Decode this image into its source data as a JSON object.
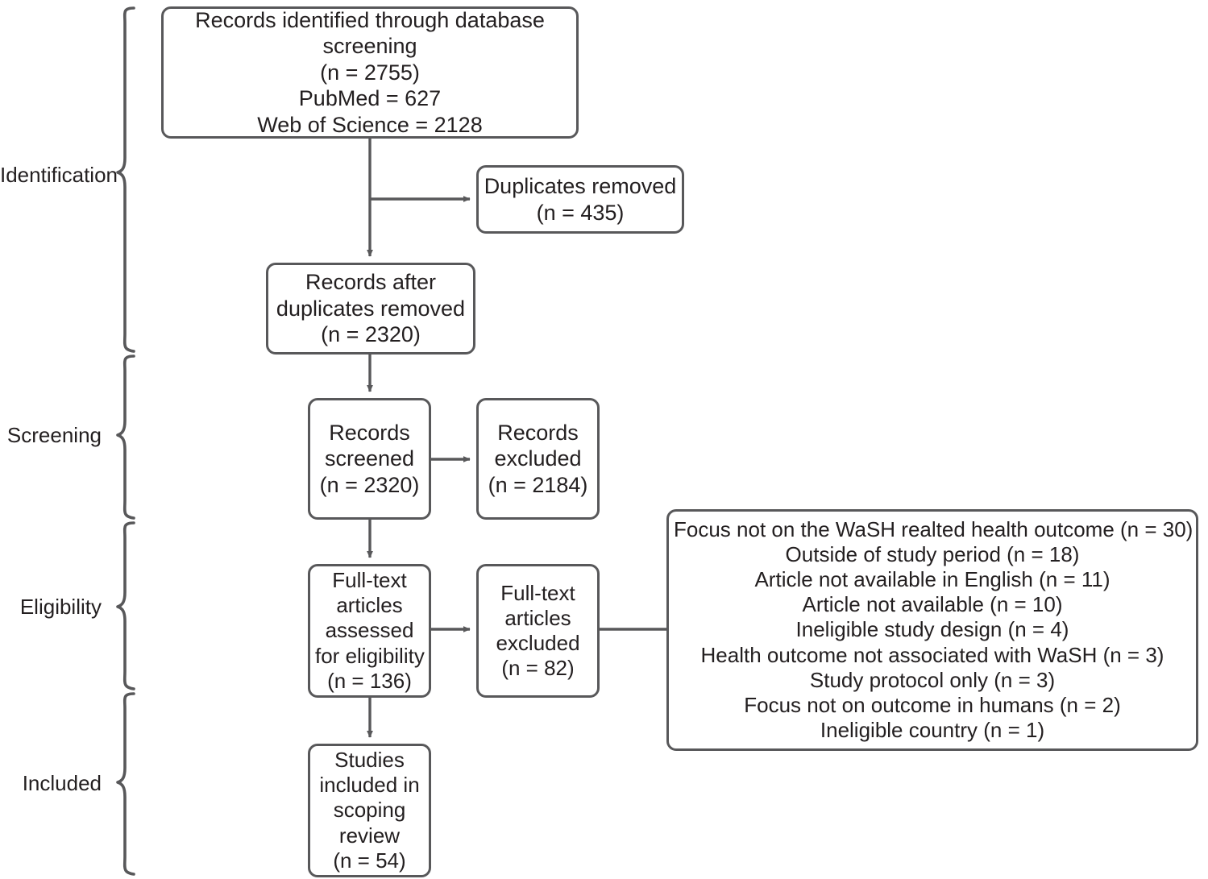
{
  "diagram": {
    "type": "prisma-flow-diagram",
    "title": "PRISMA scoping review flow diagram",
    "stroke_color": "#58585a",
    "text_color": "#231f20",
    "background_color": "#ffffff"
  },
  "stages": [
    {
      "id": "identification",
      "label": "Identification"
    },
    {
      "id": "screening",
      "label": "Screening"
    },
    {
      "id": "eligibility",
      "label": "Eligibility"
    },
    {
      "id": "included",
      "label": "Included"
    }
  ],
  "nodes": {
    "identified": {
      "id": "records-identified",
      "lines": [
        "Records identified through database",
        "screening",
        "(n = 2755)",
        "PubMed = 627",
        "Web of Science = 2128"
      ],
      "n": 2755,
      "sources": [
        {
          "name": "PubMed",
          "count": 627
        },
        {
          "name": "Web of Science",
          "count": 2128
        }
      ]
    },
    "duplicates_removed": {
      "id": "duplicates-removed",
      "lines": [
        "Duplicates removed",
        "(n = 435)"
      ],
      "n": 435
    },
    "after_duplicates": {
      "id": "records-after-duplicates-removed",
      "lines": [
        "Records after",
        "duplicates removed",
        "(n = 2320)"
      ],
      "n": 2320
    },
    "screened": {
      "id": "records-screened",
      "lines": [
        "Records",
        "screened",
        "(n = 2320)"
      ],
      "n": 2320
    },
    "records_excluded": {
      "id": "records-excluded",
      "lines": [
        "Records",
        "excluded",
        "(n = 2184)"
      ],
      "n": 2184
    },
    "fulltext_assessed": {
      "id": "full-text-articles-assessed",
      "lines": [
        "Full-text",
        "articles",
        "assessed",
        "for eligibility",
        "(n = 136)"
      ],
      "n": 136
    },
    "fulltext_excluded": {
      "id": "full-text-articles-excluded",
      "lines": [
        "Full-text",
        "articles",
        "excluded",
        "(n = 82)"
      ],
      "n": 82
    },
    "exclusion_reasons": {
      "id": "exclusion-reasons",
      "lines": [
        "Focus not on the WaSH realted health outcome (n = 30)",
        "Outside of study period (n = 18)",
        "Article not available in English (n = 11)",
        "Article not available (n = 10)",
        "Ineligible study design (n = 4)",
        "Health outcome not associated with WaSH (n = 3)",
        "Study protocol only (n = 3)",
        "Focus not on outcome in humans (n = 2)",
        "Ineligible country (n = 1)"
      ],
      "items": [
        {
          "reason": "Focus not on the WaSH realted health outcome",
          "n": 30
        },
        {
          "reason": "Outside of study period",
          "n": 18
        },
        {
          "reason": "Article not available in English",
          "n": 11
        },
        {
          "reason": "Article not available",
          "n": 10
        },
        {
          "reason": "Ineligible study design",
          "n": 4
        },
        {
          "reason": "Health outcome not associated with WaSH",
          "n": 3
        },
        {
          "reason": "Study protocol only",
          "n": 3
        },
        {
          "reason": "Focus not on outcome in humans",
          "n": 2
        },
        {
          "reason": "Ineligible country",
          "n": 1
        }
      ]
    },
    "included": {
      "id": "studies-included",
      "lines": [
        "Studies",
        "included in",
        "scoping",
        "review",
        "(n = 54)"
      ],
      "n": 54
    }
  }
}
